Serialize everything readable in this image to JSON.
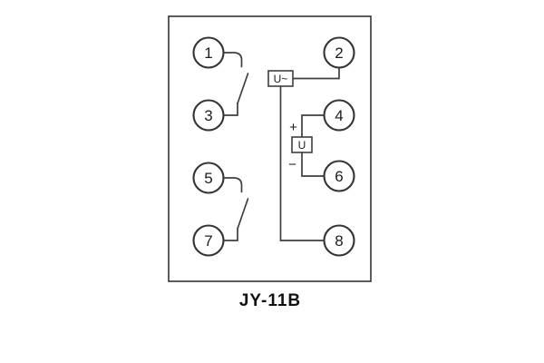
{
  "diagram": {
    "caption": "JY-11B",
    "terminals": {
      "t1": "1",
      "t2": "2",
      "t3": "3",
      "t4": "4",
      "t5": "5",
      "t6": "6",
      "t7": "7",
      "t8": "8"
    },
    "labels": {
      "ac_coil": "U~",
      "dc_coil": "U",
      "plus": "+",
      "minus": "−"
    },
    "colors": {
      "line": "#3f3f3f",
      "background": "#ffffff",
      "text": "#1c1c1c"
    }
  }
}
